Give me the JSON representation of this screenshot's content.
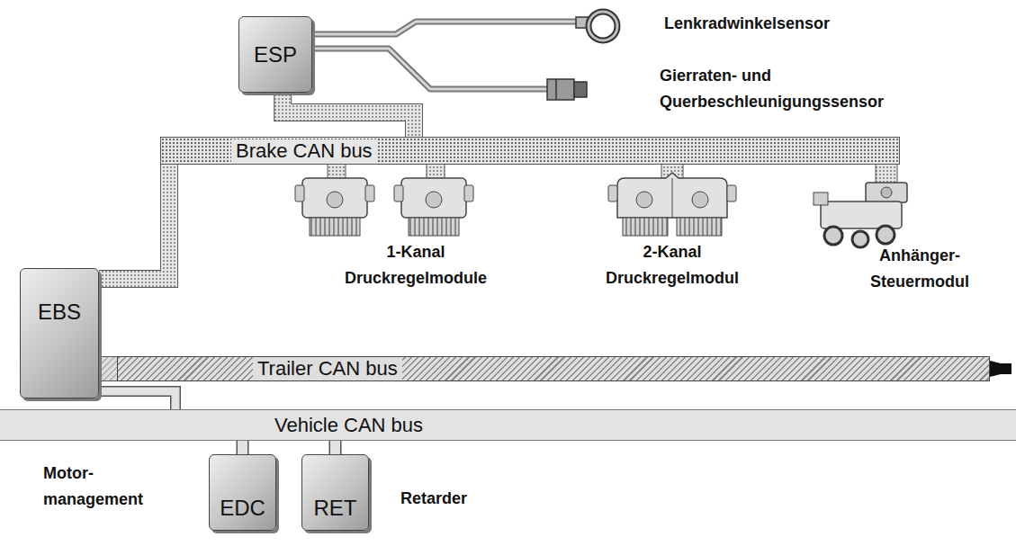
{
  "diagram": {
    "nodes": [
      {
        "text": [
          "ESP"
        ]
      },
      {
        "text": [
          "Brake CAN bus"
        ]
      },
      {
        "text": [
          "EBS"
        ]
      },
      {
        "text": [
          "Trailer CAN bus"
        ]
      },
      {
        "text": [
          "Vehicle CAN bus"
        ]
      },
      {
        "text": [
          "EDC"
        ]
      },
      {
        "text": [
          "RET"
        ]
      }
    ],
    "edges": [
      {
        "from": 0,
        "to": 1,
        "arrow": "none"
      },
      {
        "from": 2,
        "to": 1,
        "arrow": "none"
      },
      {
        "from": 2,
        "to": 3,
        "arrow": "none"
      },
      {
        "from": 2,
        "to": 4,
        "arrow": "none"
      },
      {
        "from": 5,
        "to": 4,
        "arrow": "none"
      },
      {
        "from": 6,
        "to": 4,
        "arrow": "none"
      }
    ],
    "labels": [
      "Lenkradwinkelsensor",
      "Gierraten- und Querbeschleunigungssensor",
      "1-Kanal Druckregelmodule",
      "2-Kanal Druckregelmodul",
      "Anhänger-Steuermodul",
      "Motor- management",
      "Retarder"
    ]
  }
}
